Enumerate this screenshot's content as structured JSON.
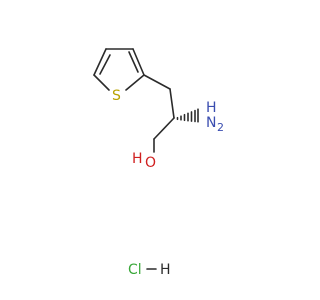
{
  "molecule": {
    "atoms": {
      "sulfur": "S",
      "nitrogen_h": "H",
      "nitrogen_main": "N",
      "nitrogen_sub": "2",
      "oxygen_h": "H",
      "oxygen_main": "O",
      "hcl_cl": "Cl",
      "hcl_dash": "–",
      "hcl_h": "H"
    },
    "colors": {
      "bond": "#2b2b2b",
      "sulfur": "#b8a200",
      "nitrogen": "#3a4db0",
      "oxygen": "#d02020",
      "hcl": "#3aa83a",
      "hydrogen": "#2b2b2b"
    }
  }
}
